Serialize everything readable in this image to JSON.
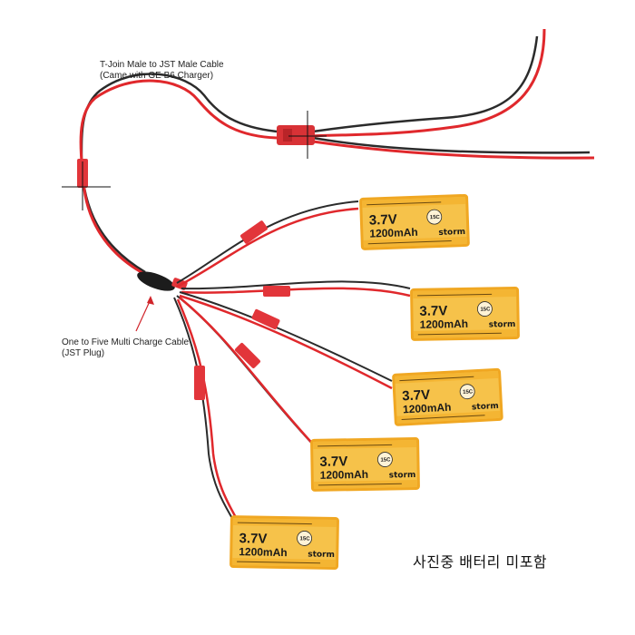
{
  "annotations": {
    "tjoin_line1": "T-Join Male to JST Male Cable",
    "tjoin_line2": "(Came with GE B6 Charger)",
    "multi_line1": "One to Five Multi Charge Cable",
    "multi_line2": "(JST Plug)"
  },
  "caption": "사진중 배터리 미포함",
  "battery": {
    "voltage": "3.7V",
    "capacity": "1200mAh",
    "rate": "15C",
    "brand": "storm"
  },
  "colors": {
    "wire_red": "#e0282c",
    "wire_black": "#2b2b2b",
    "battery_body": "#f2b12a",
    "battery_label": "#f6c24a",
    "connector_red": "#e2353a"
  }
}
